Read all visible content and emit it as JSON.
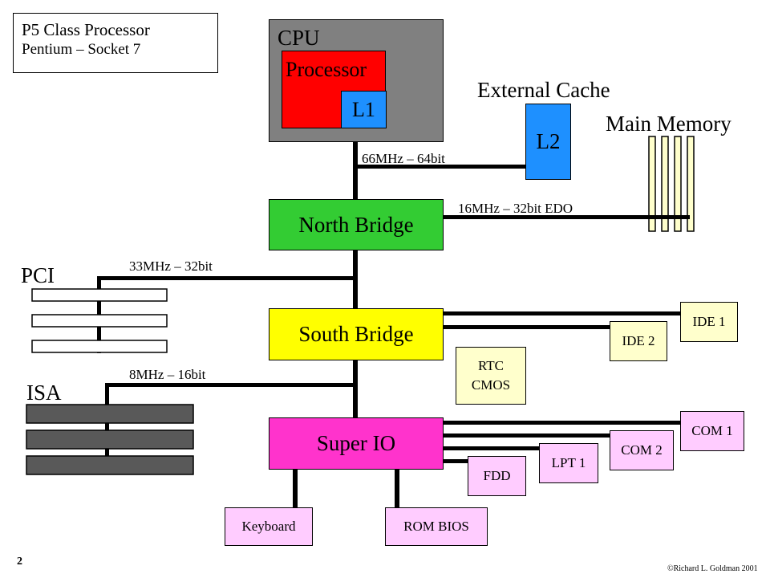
{
  "info": {
    "line1": "P5 Class Processor",
    "line2": "Pentium – Socket 7"
  },
  "cpu": {
    "label": "CPU",
    "processor": "Processor",
    "l1": "L1"
  },
  "cache": {
    "label": "External Cache",
    "l2": "L2"
  },
  "memory": {
    "label": "Main Memory"
  },
  "bridges": {
    "north": "North Bridge",
    "south": "South Bridge",
    "superio": "Super IO"
  },
  "rtc": {
    "line1": "RTC",
    "line2": "CMOS"
  },
  "devices": {
    "ide1": "IDE 1",
    "ide2": "IDE 2",
    "com1": "COM 1",
    "com2": "COM 2",
    "lpt1": "LPT 1",
    "fdd": "FDD",
    "keyboard": "Keyboard",
    "rombios": "ROM BIOS"
  },
  "buses": {
    "cpu_speed": "66MHz – 64bit",
    "memory_speed": "16MHz – 32bit EDO",
    "pci_speed": "33MHz – 32bit",
    "isa_speed": "8MHz – 16bit",
    "pci_label": "PCI",
    "isa_label": "ISA"
  },
  "footer": {
    "page": "2",
    "copyright": "©Richard L. Goldman 2001"
  }
}
